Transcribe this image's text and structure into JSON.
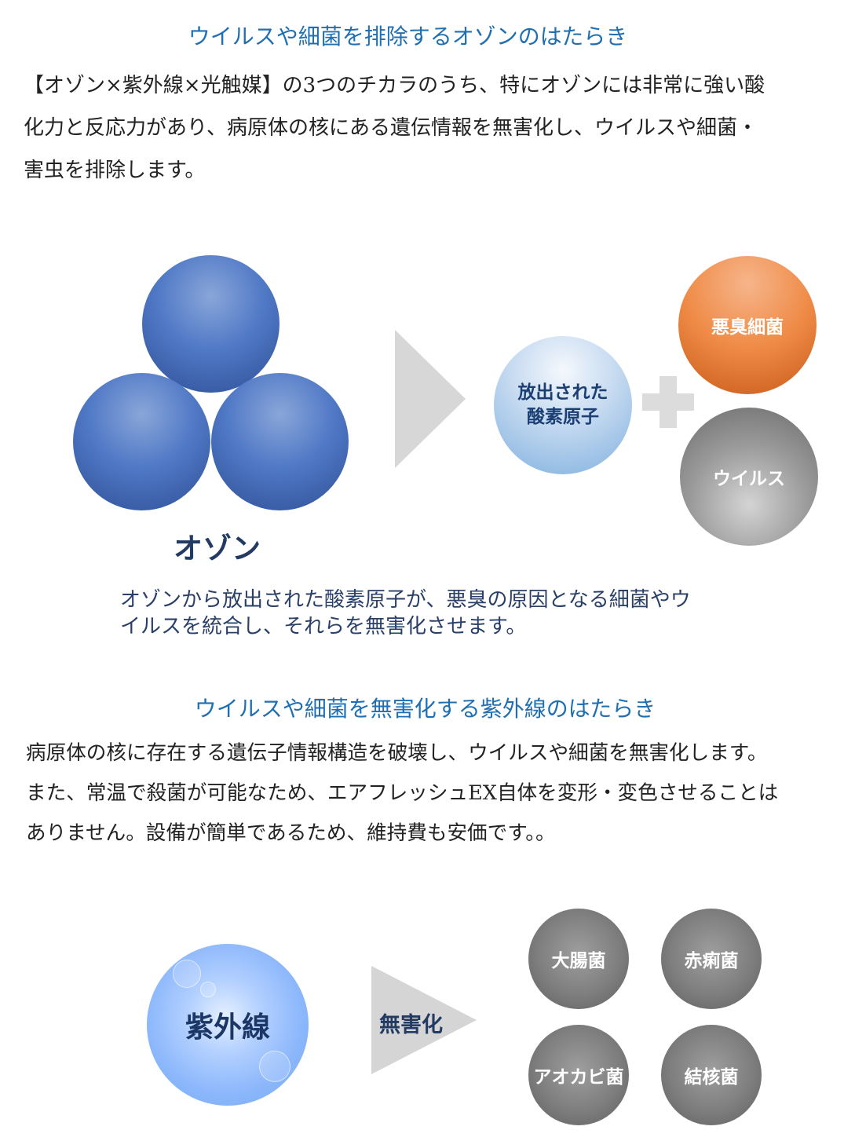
{
  "section1": {
    "heading": "ウイルスや細菌を排除するオゾンのはたらき",
    "paragraph": [
      "【オゾン×紫外線×光触媒】の3つのチカラのうち、特にオゾンには非常に強い酸",
      "化力と反応力があり、病原体の核にある遺伝情報を無害化し、ウイルスや細菌・",
      "害虫を排除します。"
    ]
  },
  "diagram1": {
    "ozone_label": "オゾン",
    "oxygen_label": [
      "放出された",
      "酸素原子"
    ],
    "odor_label": "悪臭細菌",
    "virus_label": "ウイルス",
    "caption": [
      "オゾンから放出された酸素原子が、悪臭の原因となる細菌やウ",
      "イルスを統合し、それらを無害化させます。"
    ]
  },
  "section2": {
    "heading": "ウイルスや細菌を無害化する紫外線のはたらき",
    "paragraph": [
      "病原体の核に存在する遺伝子情報構造を破壊し、ウイルスや細菌を無害化します。",
      "また、常温で殺菌が可能なため、エアフレッシュEX自体を変形・変色させることは",
      "ありません。設備が簡単であるため、維持費も安価です。。"
    ]
  },
  "diagram2": {
    "uv_label": "紫外線",
    "arrow_label": "無害化",
    "germs": [
      "大腸菌",
      "赤痢菌",
      "アオカビ菌",
      "結核菌"
    ]
  },
  "colors": {
    "heading": "#1f6fb2",
    "ozone": "#4a72c0",
    "odor": "#ef8a46",
    "virus": "#8a8a8a",
    "uv": "#8ab6fb"
  }
}
